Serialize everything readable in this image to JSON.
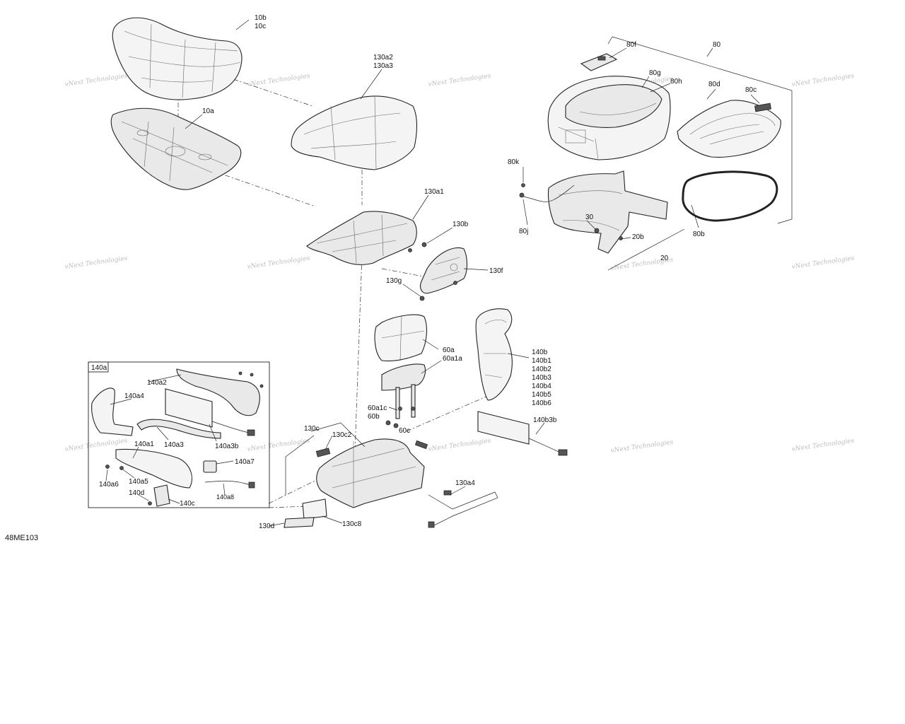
{
  "diagram_code": "48ME103",
  "watermark_text": "vNext Technologies",
  "inset_title": "140a",
  "labels": {
    "l10b": "10b",
    "l10c": "10c",
    "l10a": "10a",
    "l130a2": "130a2",
    "l130a3": "130a3",
    "l130a1": "130a1",
    "l130b": "130b",
    "l130f": "130f",
    "l130g": "130g",
    "l80": "80",
    "l80f": "80f",
    "l80g": "80g",
    "l80h": "80h",
    "l80d": "80d",
    "l80c": "80c",
    "l80k": "80k",
    "l80j": "80j",
    "l80b": "80b",
    "l30": "30",
    "l20b": "20b",
    "l20": "20",
    "l60a": "60a",
    "l60a1a": "60a1a",
    "l60a1c": "60a1c",
    "l60b": "60b",
    "l60c": "60c",
    "l140b": "140b",
    "l140b1": "140b1",
    "l140b2": "140b2",
    "l140b3": "140b3",
    "l140b4": "140b4",
    "l140b5": "140b5",
    "l140b6": "140b6",
    "l140b3b": "140b3b",
    "l140a2": "140a2",
    "l140a4": "140a4",
    "l140a3": "140a3",
    "l140a3b": "140a3b",
    "l140a1": "140a1",
    "l140a7": "140a7",
    "l140a6": "140a6",
    "l140a5": "140a5",
    "l140a8": "140a8",
    "l140d": "140d",
    "l140c": "140c",
    "l130c": "130c",
    "l130c2": "130c2",
    "l130a4": "130a4",
    "l130d": "130d",
    "l130c8": "130c8"
  }
}
